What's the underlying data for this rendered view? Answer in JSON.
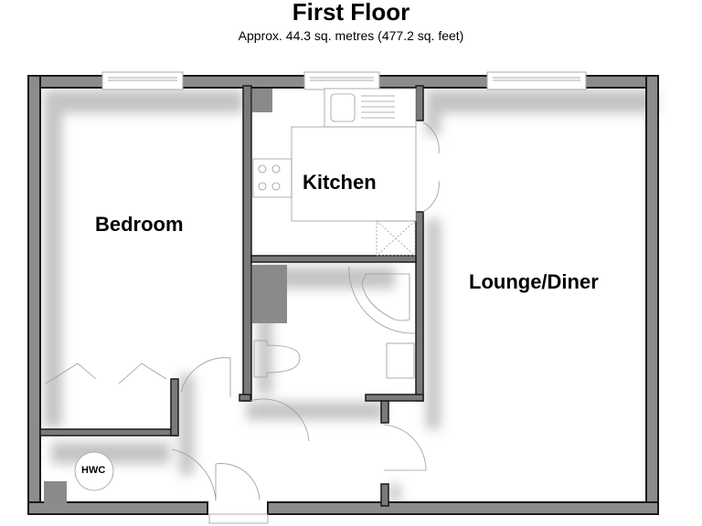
{
  "header": {
    "title": "First Floor",
    "subtitle": "Approx. 44.3 sq. metres (477.2 sq. feet)"
  },
  "rooms": {
    "bedroom": "Bedroom",
    "kitchen": "Kitchen",
    "lounge": "Lounge/Diner"
  },
  "fixtures": {
    "hwc": "HWC"
  },
  "colors": {
    "wall_outer": "#1a1a1a",
    "wall_fill": "#8c8c8c",
    "shadow": "#bdbdbd",
    "fixture_line": "#9a9a9a",
    "unit_fill": "#8a8a8a"
  }
}
